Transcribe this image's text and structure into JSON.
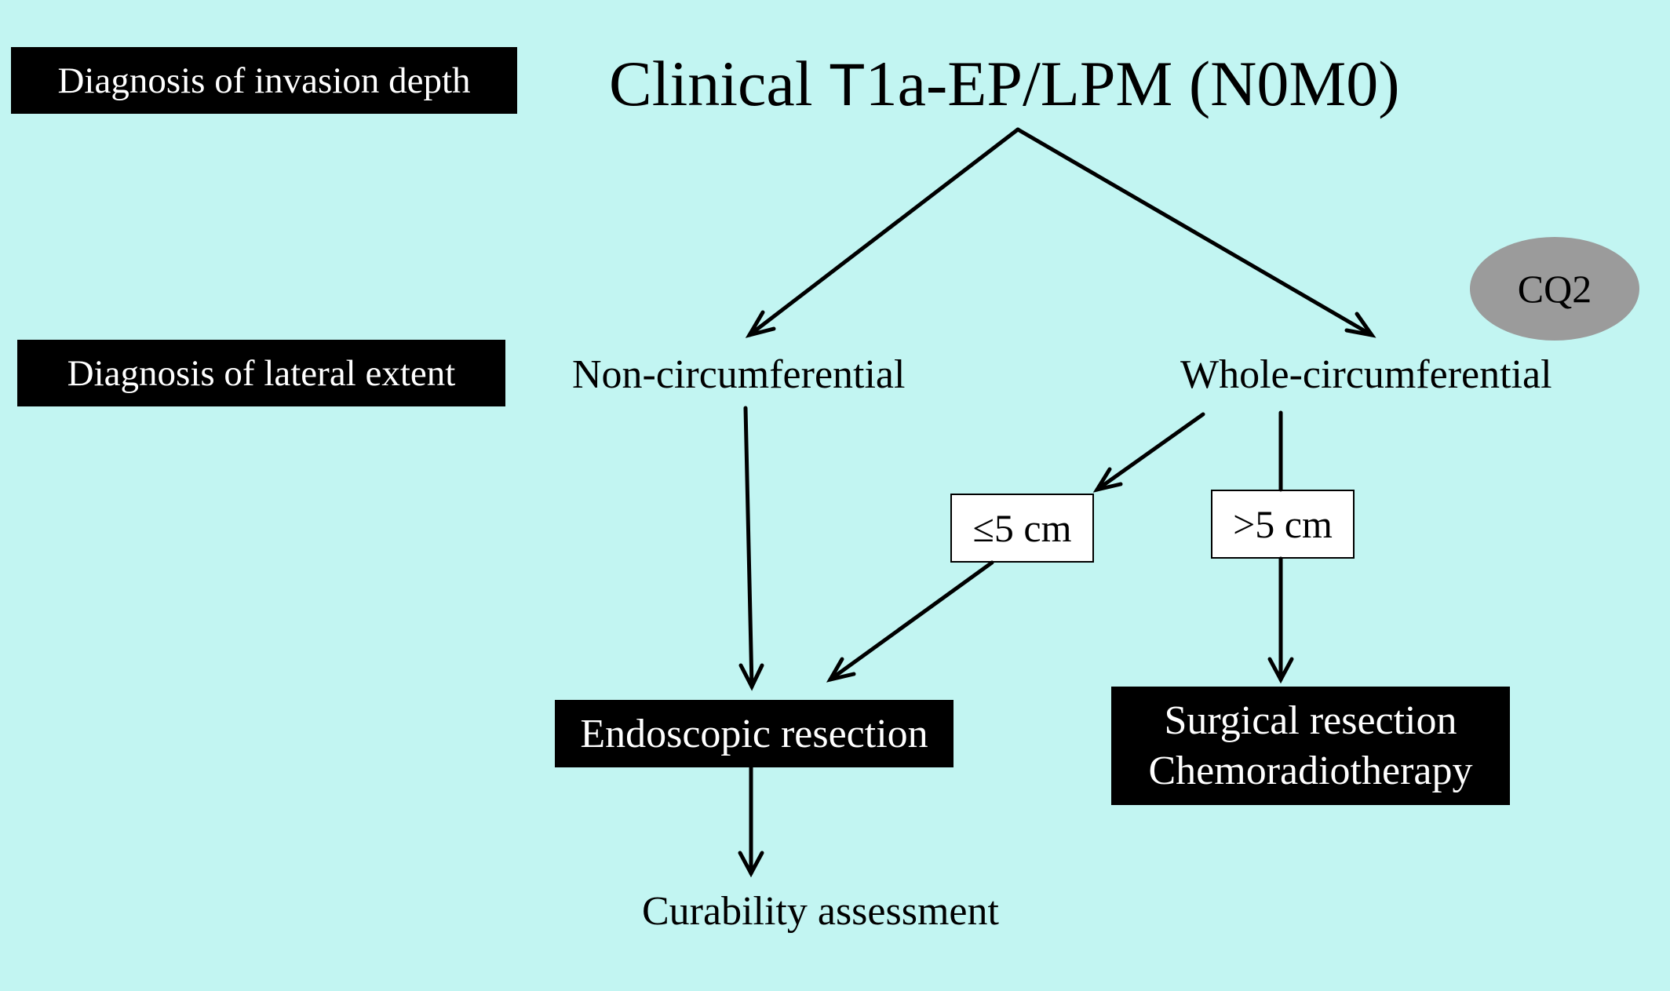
{
  "row_labels": {
    "invasion_depth": "Diagnosis of invasion depth",
    "lateral_extent": "Diagnosis of lateral extent"
  },
  "root": {
    "title_prefix": "Clinical ",
    "title_t": "T",
    "title_rest": "1a-EP/LPM (N0M0)"
  },
  "branches": {
    "non_circumferential": "Non-circumferential",
    "whole_circumferential": "Whole-circumferential"
  },
  "clinical_question": "CQ2",
  "size_conditions": {
    "small": "≤5 cm",
    "large": ">5 cm"
  },
  "outcomes": {
    "endoscopic": "Endoscopic resection",
    "surgical_line1": "Surgical resection",
    "surgical_line2": "Chemoradiotherapy"
  },
  "followup": "Curability assessment",
  "colors": {
    "background": "#c2f5f2",
    "box_dark": "#000000",
    "ellipse": "#9b9b9b",
    "arrow": "#000000"
  },
  "icons": {
    "connector": "arrow"
  }
}
